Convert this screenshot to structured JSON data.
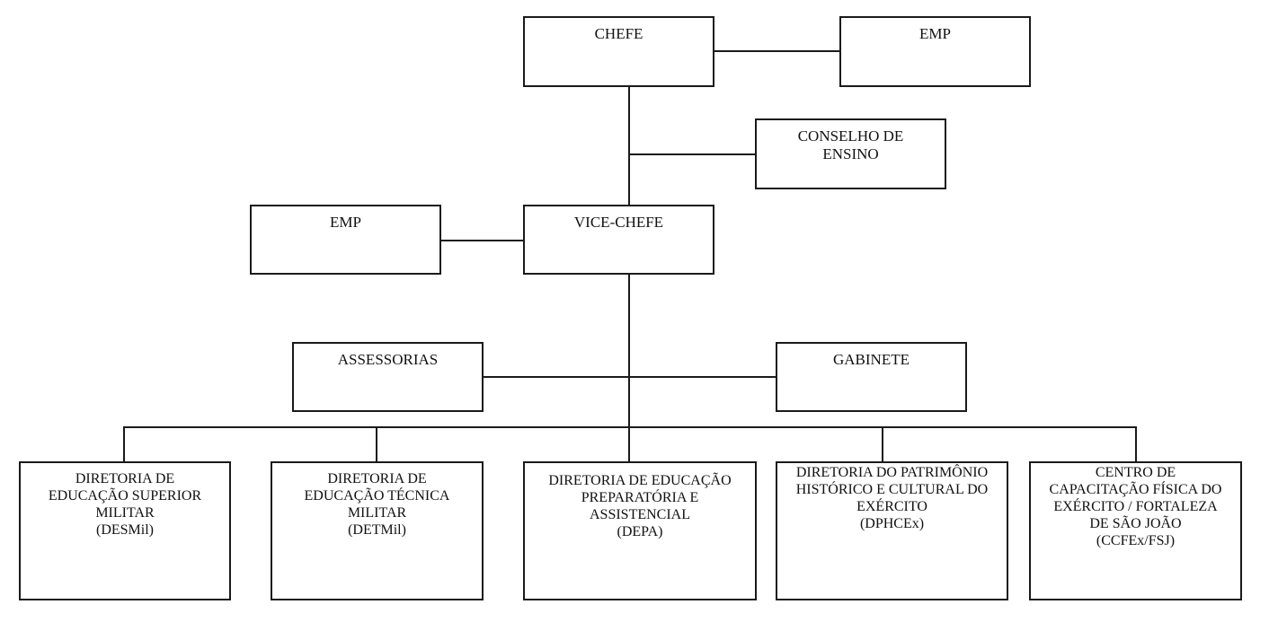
{
  "org_chart": {
    "chefe": {
      "lines": [
        "CHEFE"
      ]
    },
    "emp_top": {
      "lines": [
        "EMP"
      ]
    },
    "conselho": {
      "lines": [
        "CONSELHO DE",
        "ENSINO"
      ]
    },
    "emp_left": {
      "lines": [
        "EMP"
      ]
    },
    "vice_chefe": {
      "lines": [
        "VICE-CHEFE"
      ]
    },
    "assessorias": {
      "lines": [
        "ASSESSORIAS"
      ]
    },
    "gabinete": {
      "lines": [
        "GABINETE"
      ]
    },
    "directorates": [
      {
        "lines": [
          "DIRETORIA DE",
          "EDUCAÇÃO SUPERIOR",
          "MILITAR",
          "(DESMil)"
        ]
      },
      {
        "lines": [
          "DIRETORIA DE",
          "EDUCAÇÃO TÉCNICA",
          "MILITAR",
          "(DETMil)"
        ]
      },
      {
        "lines": [
          "DIRETORIA DE EDUCAÇÃO",
          "PREPARATÓRIA E",
          "ASSISTENCIAL",
          "(DEPA)"
        ]
      },
      {
        "lines": [
          "DIRETORIA DO PATRIMÔNIO",
          "HISTÓRICO E CULTURAL DO",
          "EXÉRCITO",
          "(DPHCEx)"
        ]
      },
      {
        "lines": [
          "CENTRO DE",
          "CAPACITAÇÃO FÍSICA DO",
          "EXÉRCITO / FORTALEZA",
          "DE SÃO JOÃO",
          "(CCFEx/FSJ)"
        ]
      }
    ]
  }
}
